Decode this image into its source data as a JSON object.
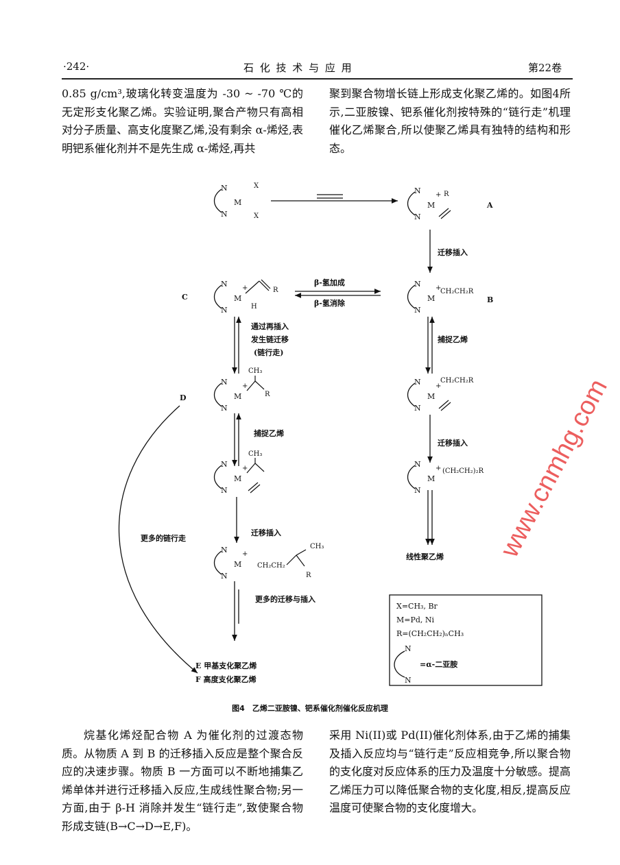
{
  "header": {
    "page_number": "·242·",
    "journal": "石 化 技 术 与 应 用",
    "volume": "第22卷"
  },
  "top_text": {
    "left": "0.85 g/cm³,玻璃化转变温度为 -30 ~ -70 ℃的无定形支化聚乙烯。实验证明,聚合产物只有高相对分子质量、高支化度聚乙烯,没有剩余 α-烯烃,表明钯系催化剂并不是先生成 α-烯烃,再共",
    "right": "聚到聚合物增长链上形成支化聚乙烯的。如图4所示,二亚胺镍、钯系催化剂按特殊的“链行走”机理催化乙烯聚合,所以使聚乙烯具有独特的结构和形态。"
  },
  "figure": {
    "caption": "图4　乙烯二亚胺镍、钯系催化剂催化反应机理",
    "labels": {
      "A": "A",
      "B": "B",
      "C": "C",
      "D": "D",
      "migration_insertion": "迁移插入",
      "beta_h_addition": "β-氢加成",
      "beta_h_elimination": "β-氢消除",
      "reinsertion_1": "通过再插入",
      "reinsertion_2": "发生链迁移",
      "reinsertion_3": "(链行走)",
      "capture_ethylene": "捕捉乙烯",
      "more_chain_walking": "更多的链行走",
      "more_migration": "更多的迁移与插入",
      "linear_pe": "线性聚乙烯",
      "product_E": "E 甲基支化聚乙烯",
      "product_F": "F 高度支化聚乙烯",
      "N": "N",
      "M": "M",
      "X": "X",
      "R": "R",
      "H": "H",
      "plus": "+",
      "CH3": "CH₃",
      "CH2CH2R": "CH₂CH₂R",
      "CH2CH2": "CH₂CH₂",
      "CH2CH2_2R": "(CH₂CH₂)₂R"
    },
    "legend": {
      "line1": "X=CH₃, Br",
      "line2": "M=Pd, Ni",
      "line3": "R=(CH₂CH₂)ₙCH₃",
      "line4": "=α-二亚胺"
    }
  },
  "bottom_text": {
    "left": "烷基化烯烃配合物 A 为催化剂的过渡态物质。从物质 A 到 B 的迁移插入反应是整个聚合反应的决速步骤。物质 B 一方面可以不断地捕集乙烯单体并进行迁移插入反应,生成线性聚合物;另一方面,由于 β-H 消除并发生“链行走”,致使聚合物形成支链(B→C→D→E,F)。",
    "right": "采用 Ni(II)或 Pd(II)催化剂体系,由于乙烯的捕集及插入反应均与“链行走”反应相竞争,所以聚合物的支化度对反应体系的压力及温度十分敏感。提高乙烯压力可以降低聚合物的支化度,相反,提高反应温度可使聚合物的支化度增大。"
  },
  "watermark": "www.cnmhg.com"
}
